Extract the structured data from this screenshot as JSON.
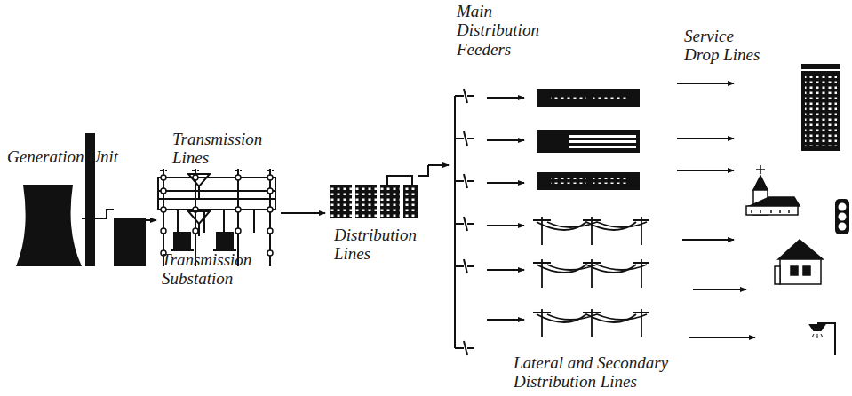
{
  "diagram": {
    "labels": [
      "Generation Unit",
      "Transmission Lines",
      "Transmission Substation",
      "Distribution Lines",
      "Main Distribution Feeders",
      "Service Drop Lines",
      "Lateral and Secondary Distribution Lines"
    ]
  }
}
